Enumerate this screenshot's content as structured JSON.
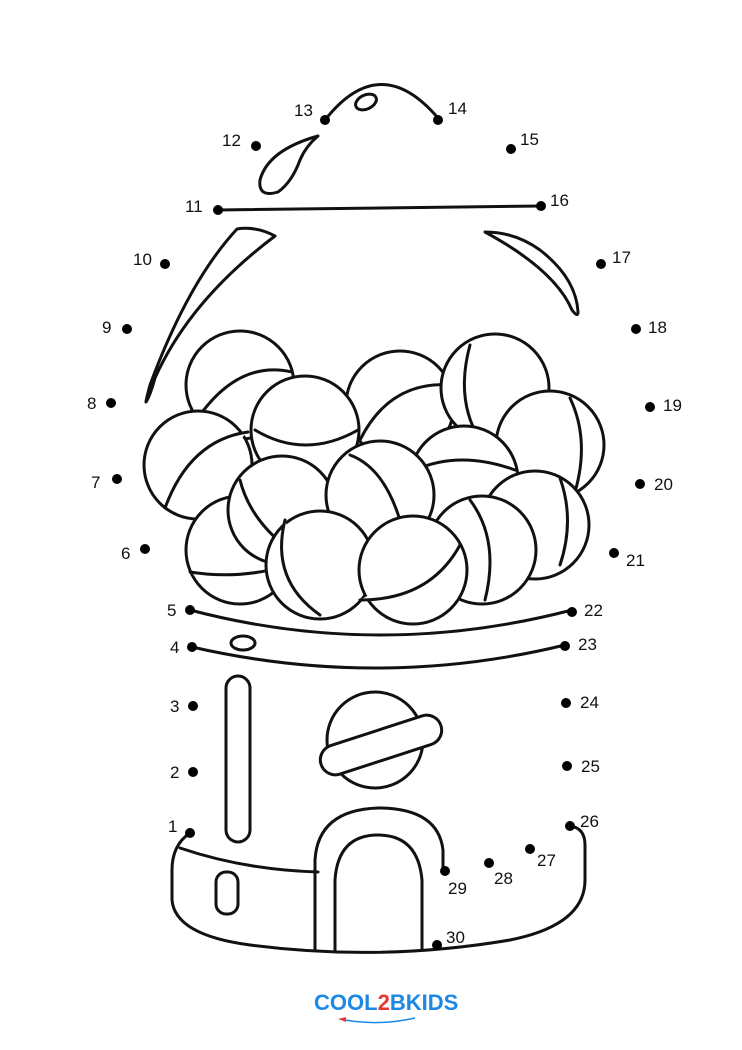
{
  "worksheet": {
    "dot_labels": [
      "1",
      "2",
      "3",
      "4",
      "5",
      "6",
      "7",
      "8",
      "9",
      "10",
      "11",
      "12",
      "13",
      "14",
      "15",
      "16",
      "17",
      "18",
      "19",
      "20",
      "21",
      "22",
      "23",
      "24",
      "25",
      "26",
      "27",
      "28",
      "29",
      "30"
    ],
    "line_color": "#111111",
    "dot_color": "#000000",
    "background": "#ffffff"
  },
  "logo": {
    "text_cool": "COOL",
    "text_2": "2",
    "text_bkids": "BKIDS",
    "color_primary": "#1e88e5",
    "color_accent": "#e53935",
    "icon": "pencil-icon"
  }
}
